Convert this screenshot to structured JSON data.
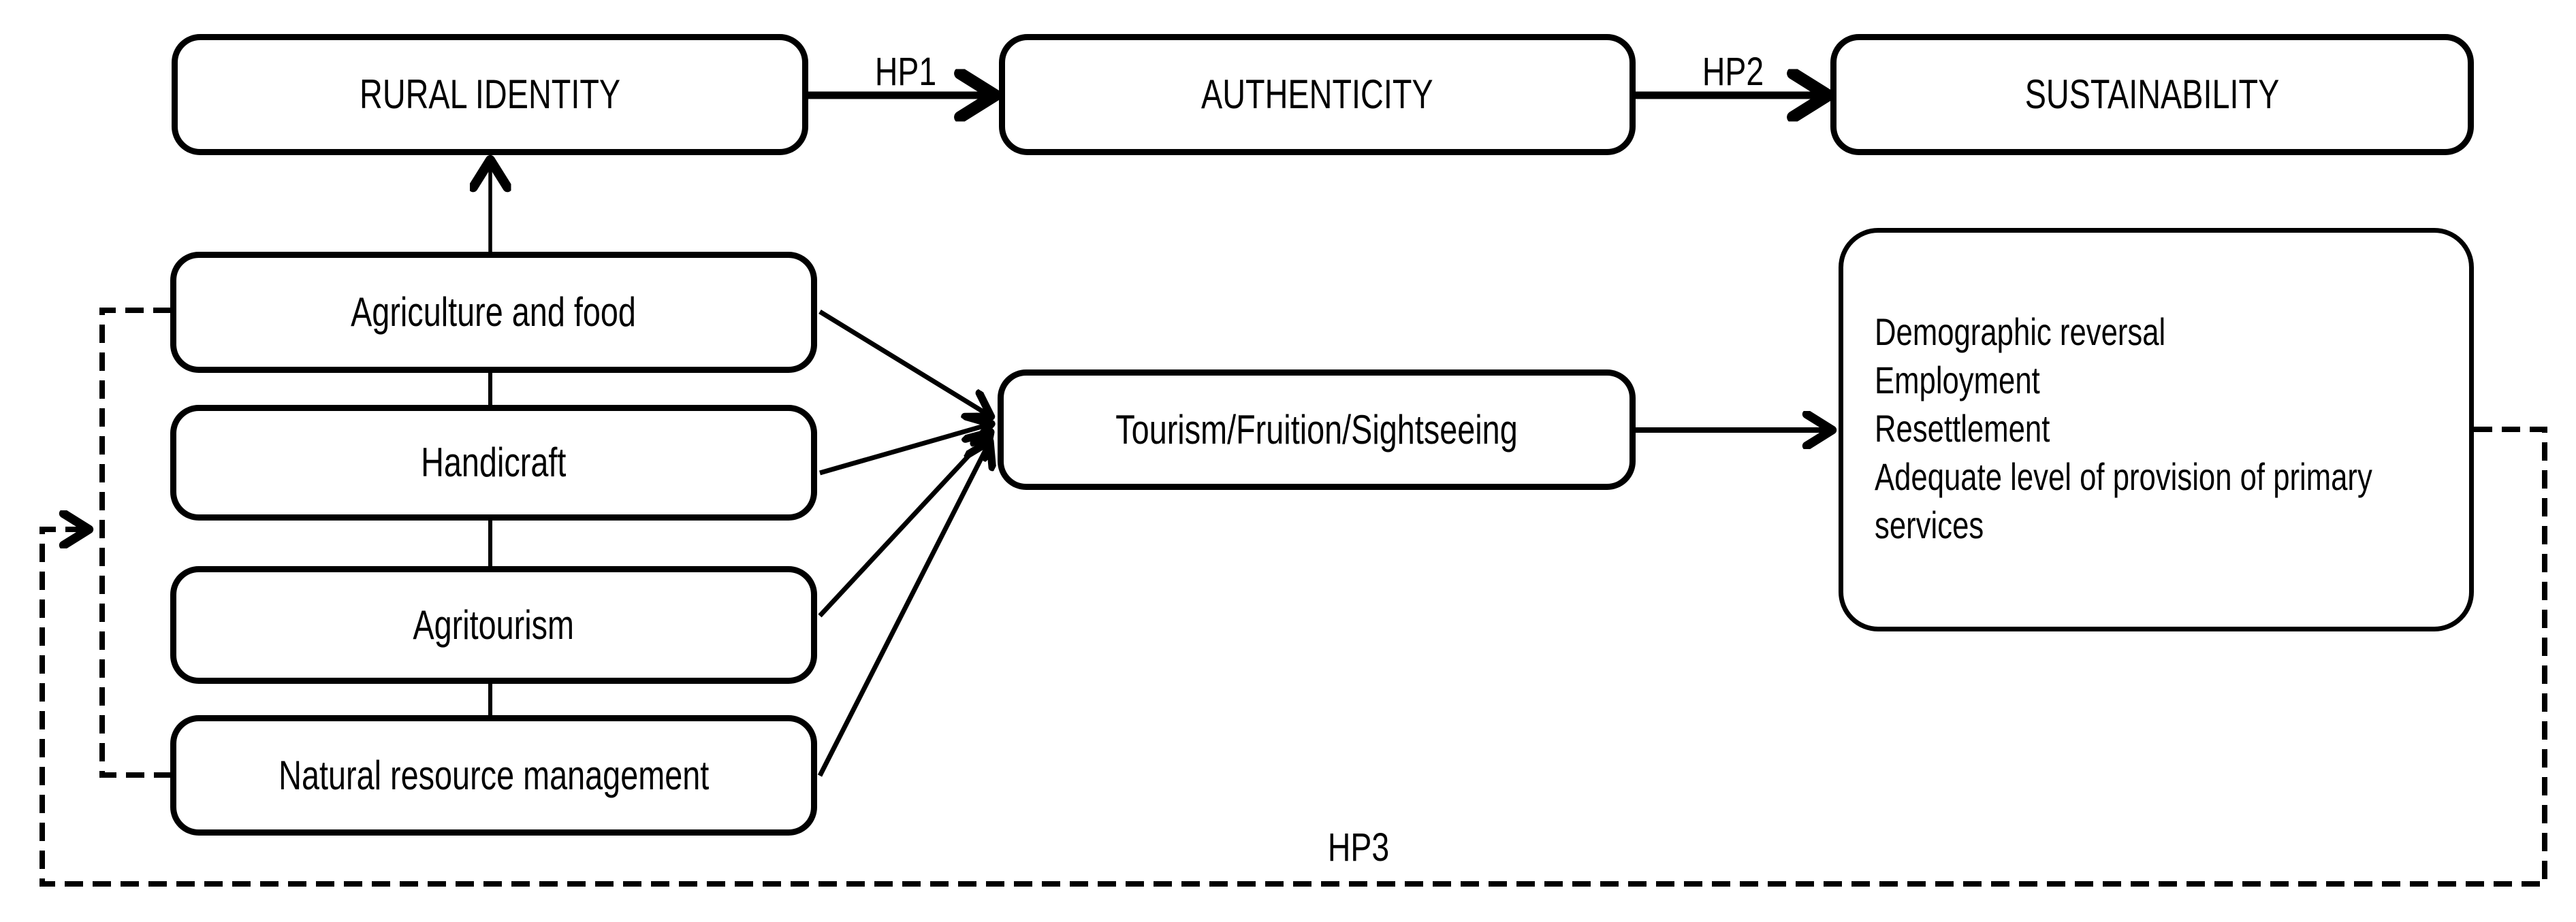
{
  "diagram": {
    "top_row": {
      "rural_identity": "RURAL IDENTITY",
      "authenticity": "AUTHENTICITY",
      "sustainability": "SUSTAINABILITY"
    },
    "hypothesis_labels": {
      "hp1": "HP1",
      "hp2": "HP2",
      "hp3": "HP3"
    },
    "drivers": [
      {
        "label": "Agriculture and food"
      },
      {
        "label": "Handicraft"
      },
      {
        "label": "Agritourism"
      },
      {
        "label": "Natural resource management"
      }
    ],
    "tourism": "Tourism/Fruition/Sightseeing",
    "outcomes": [
      "Demographic reversal",
      "Employment",
      "Resettlement",
      "Adequate level of provision of primary services"
    ],
    "colors": {
      "line": "#000000",
      "background": "#ffffff",
      "box_fill": "#ffffff",
      "text": "#000000"
    }
  }
}
